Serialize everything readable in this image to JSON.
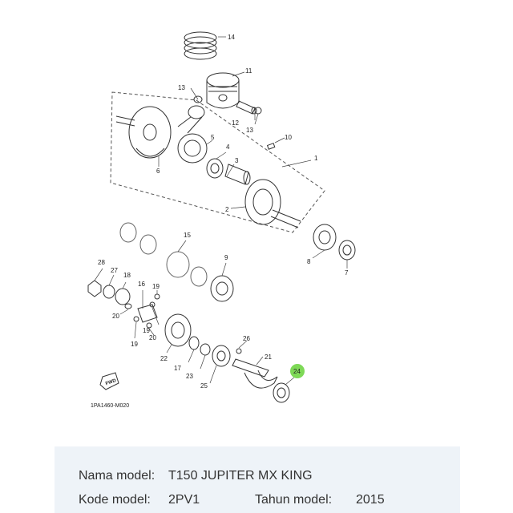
{
  "diagram": {
    "code": "1PA1460-M020",
    "fwd_label": "FWD",
    "callouts": [
      {
        "id": "c1",
        "text": "1"
      },
      {
        "id": "c2",
        "text": "2"
      },
      {
        "id": "c3",
        "text": "3"
      },
      {
        "id": "c4",
        "text": "4"
      },
      {
        "id": "c5",
        "text": "5"
      },
      {
        "id": "c6",
        "text": "6"
      },
      {
        "id": "c7",
        "text": "7"
      },
      {
        "id": "c8",
        "text": "8"
      },
      {
        "id": "c9",
        "text": "9"
      },
      {
        "id": "c10",
        "text": "10"
      },
      {
        "id": "c11",
        "text": "11"
      },
      {
        "id": "c12",
        "text": "12"
      },
      {
        "id": "c13a",
        "text": "13"
      },
      {
        "id": "c13b",
        "text": "13"
      },
      {
        "id": "c14",
        "text": "14"
      },
      {
        "id": "c15",
        "text": "15"
      },
      {
        "id": "c16",
        "text": "16"
      },
      {
        "id": "c17",
        "text": "17"
      },
      {
        "id": "c18",
        "text": "18"
      },
      {
        "id": "c19a",
        "text": "19"
      },
      {
        "id": "c19b",
        "text": "19"
      },
      {
        "id": "c19c",
        "text": "19"
      },
      {
        "id": "c20a",
        "text": "20"
      },
      {
        "id": "c20b",
        "text": "20"
      },
      {
        "id": "c21",
        "text": "21"
      },
      {
        "id": "c22",
        "text": "22"
      },
      {
        "id": "c23",
        "text": "23"
      },
      {
        "id": "c24",
        "text": "24"
      },
      {
        "id": "c25",
        "text": "25"
      },
      {
        "id": "c26",
        "text": "26"
      },
      {
        "id": "c27",
        "text": "27"
      },
      {
        "id": "c28",
        "text": "28"
      }
    ],
    "highlight_color": "#7ed957"
  },
  "info": {
    "model_name_label": "Nama model:",
    "model_name": "T150 JUPITER MX KING",
    "model_code_label": "Kode model:",
    "model_code": "2PV1",
    "model_year_label": "Tahun model:",
    "model_year": "2015"
  }
}
